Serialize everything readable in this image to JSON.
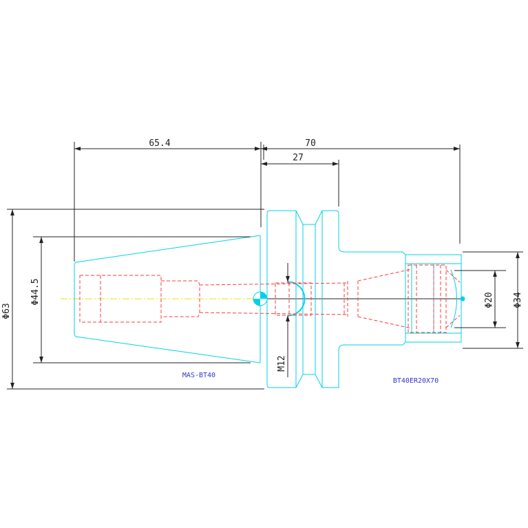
{
  "dimensions": {
    "taper_length": "65.4",
    "overall_length": "70",
    "flange_to_shoulder": "27",
    "diameter_63": "Φ63",
    "diameter_44_5": "Φ44.5",
    "thread": "M12",
    "diameter_20": "Φ20",
    "diameter_34": "Φ34"
  },
  "labels": {
    "pull_stud_standard": "MAS-BT40",
    "holder_model": "BT40ER20X70"
  },
  "colors": {
    "outline": "#00d2e6",
    "hidden": "#ff3a3a",
    "dimension": "#222222",
    "centerline": "#e8e000",
    "label": "#3333cc"
  }
}
